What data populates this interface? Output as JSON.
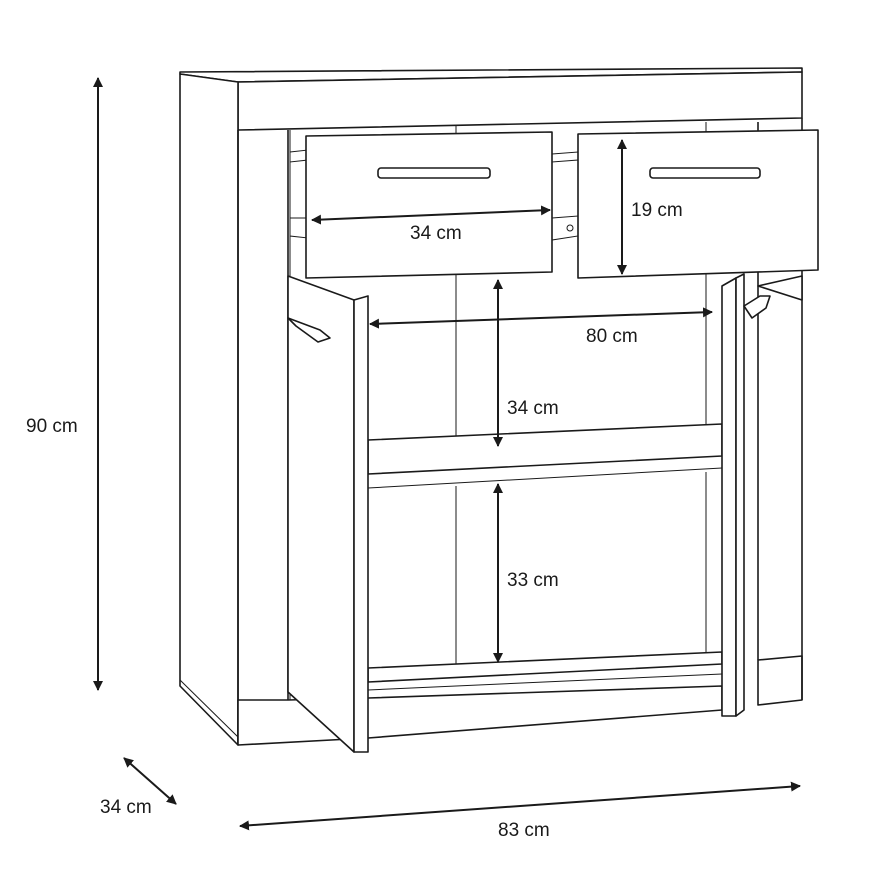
{
  "diagram": {
    "labels": {
      "total_height": "90 cm",
      "total_depth": "34 cm",
      "total_width": "83 cm",
      "drawer_width": "34 cm",
      "drawer_height": "19 cm",
      "inner_width": "80 cm",
      "upper_shelf_height": "34 cm",
      "lower_shelf_height": "33 cm"
    }
  }
}
